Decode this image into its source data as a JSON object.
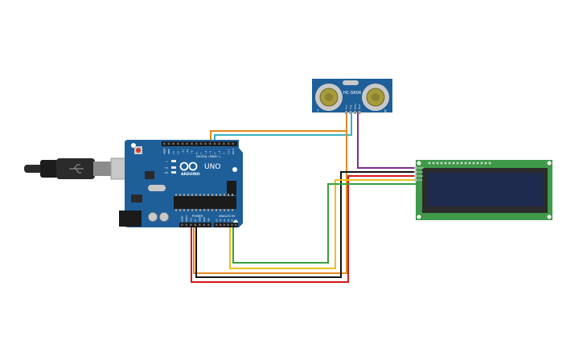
{
  "arduino": {
    "brand": "ARDUINO",
    "model": "UNO",
    "digital_header_label": "DIGITAL (PWM~)",
    "power_label": "POWER",
    "analog_label": "ANALOG IN",
    "led_tx": "TX",
    "led_rx": "RX",
    "led_l": "L",
    "digital_pins": [
      "AREF",
      "GND",
      "13",
      "12",
      "~11",
      "~10",
      "~9",
      "8",
      "7",
      "~6",
      "~5",
      "4",
      "~3",
      "2",
      "TX 1",
      "RX 0"
    ],
    "power_pins": [
      "IOREF",
      "RESET",
      "3V3",
      "5V",
      "GND",
      "GND",
      "VIN"
    ],
    "analog_pins": [
      "A0",
      "A1",
      "A2",
      "A3",
      "A4",
      "A5"
    ]
  },
  "sensor": {
    "model": "HC-SR04",
    "pin_labels": [
      "Vcc",
      "Trig",
      "Echo",
      "Gnd"
    ],
    "mark_left": "T",
    "mark_right": "R"
  },
  "lcd": {
    "pin_labels": [
      "GND",
      "VCC",
      "SDA",
      "SCL"
    ]
  },
  "colors": {
    "board": "#1f5f99",
    "lcd_pcb": "#3f9a4a",
    "lcd_screen": "#1e2b4f",
    "wire_orange": "#e08a1e",
    "wire_teal": "#37b3c2",
    "wire_purple": "#7a2f8f",
    "wire_black": "#111111",
    "wire_red": "#d11a1a",
    "wire_yellow": "#e8c21a",
    "wire_green": "#35a03c"
  }
}
